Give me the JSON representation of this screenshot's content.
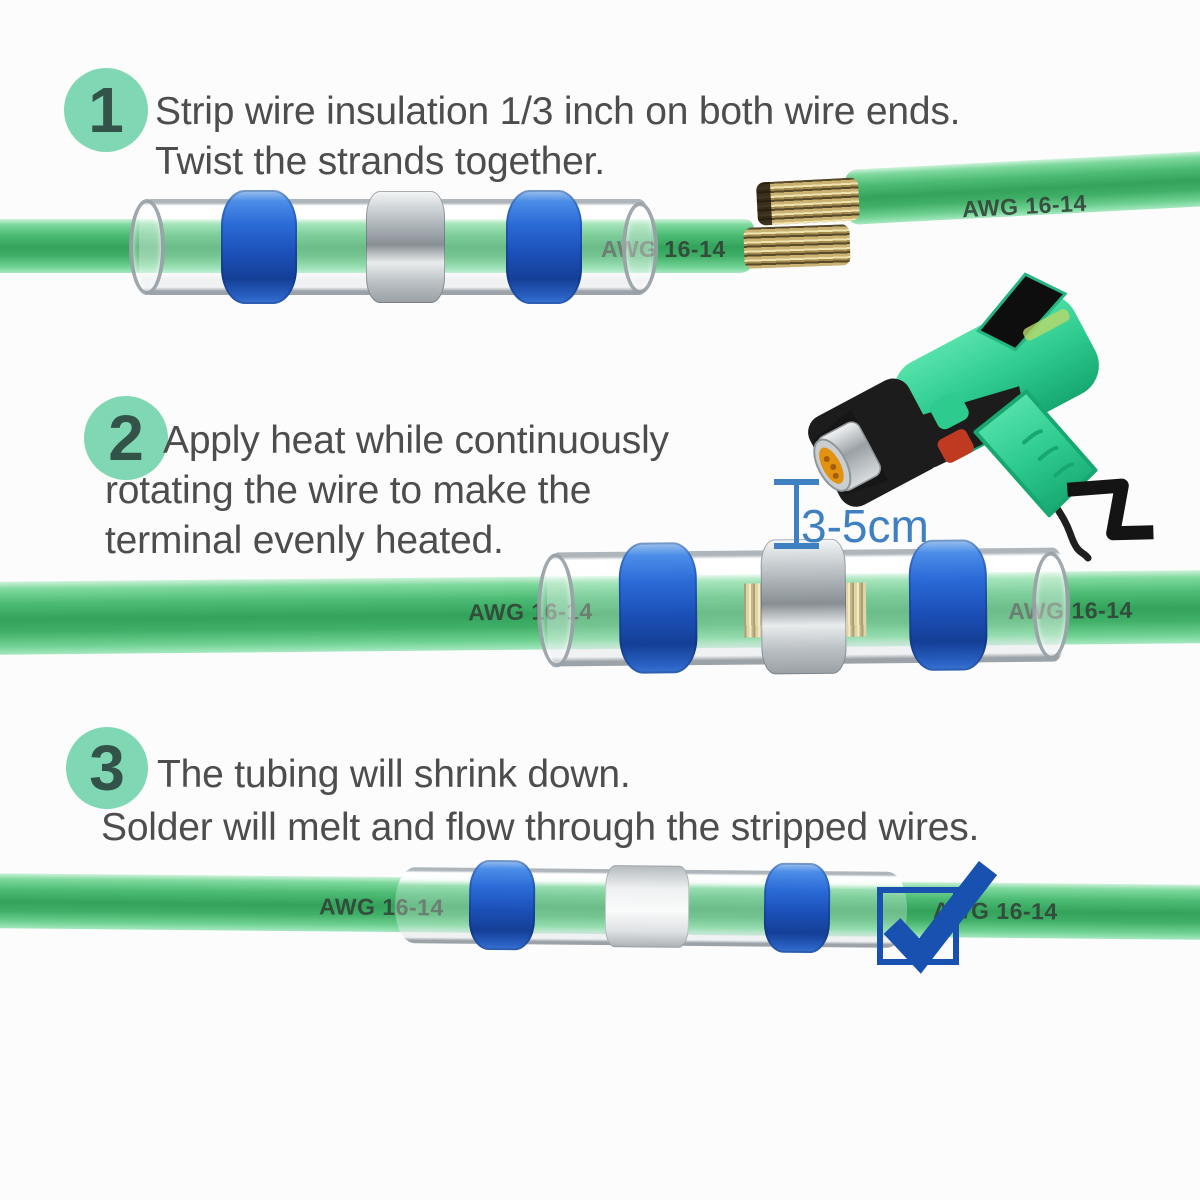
{
  "steps": [
    {
      "number": "1",
      "lines": [
        "Strip wire insulation 1/3 inch on both wire ends.",
        "Twist the strands together."
      ]
    },
    {
      "number": "2",
      "lines": [
        "Apply heat while continuously",
        "rotating the wire to make the",
        "terminal evenly heated."
      ]
    },
    {
      "number": "3",
      "lines": [
        "The tubing will shrink down.",
        "Solder will melt and flow through the stripped wires."
      ]
    }
  ],
  "labels": {
    "wire_gauge": "AWG 16-14",
    "distance": "3-5cm"
  },
  "icons": {
    "checkmark": "✓",
    "heat_gun": "heat-gun-shape"
  },
  "colors": {
    "background": "#fcfcfc",
    "badge_bg": "#7fd8b3",
    "badge_text": "#33524a",
    "body_text": "#4d4d4d",
    "wire_green": "#46b56e",
    "band_blue": "#1d5ac6",
    "solder_silver": "#c9cdd0",
    "copper": "#c2ad6b",
    "label_text": "#334438",
    "measure_blue": "#3f80c2",
    "check_blue": "#1951b0",
    "gun_green": "#2ecb8f",
    "gun_black": "#1c1c1c",
    "gun_button_red": "#c03a22"
  }
}
